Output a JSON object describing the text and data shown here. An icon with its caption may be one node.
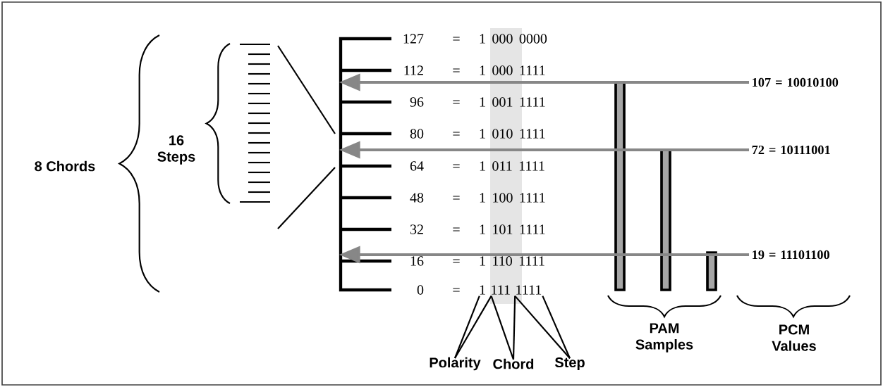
{
  "diagram": {
    "nodes": [
      {
        "text": [
          "107 = 10010100"
        ]
      },
      {
        "text": [
          "72 = 10111001"
        ]
      },
      {
        "text": [
          "19 = 11101100"
        ]
      },
      {
        "text": [
          "Polarity"
        ]
      },
      {
        "text": [
          "Chord"
        ]
      },
      {
        "text": [
          "Step"
        ]
      },
      {
        "text": [
          "1 111 1111"
        ]
      },
      {
        "text": [],
        "shape": "picture"
      }
    ],
    "edges": [
      {
        "from": 0,
        "to": 7,
        "arrow": "to",
        "color": "#878787"
      },
      {
        "from": 1,
        "to": 7,
        "arrow": "to",
        "color": "#878787"
      },
      {
        "from": 2,
        "to": 7,
        "arrow": "to",
        "color": "#878787"
      },
      {
        "from": 3,
        "to": 6,
        "arrow": "none"
      },
      {
        "from": 3,
        "to": 6,
        "arrow": "none"
      },
      {
        "from": 4,
        "to": 6,
        "arrow": "none"
      },
      {
        "from": 4,
        "to": 6,
        "arrow": "none"
      },
      {
        "from": 5,
        "to": 6,
        "arrow": "none"
      },
      {
        "from": 5,
        "to": 6,
        "arrow": "none"
      }
    ],
    "labels": [
      "8 Chords",
      "16 Steps",
      "127",
      "=",
      "1 000 0000",
      "112",
      "=",
      "1 000 1111",
      "96",
      "=",
      "1 001 1111",
      "80",
      "=",
      "1 010 1111",
      "64",
      "=",
      "1 011 1111",
      "48",
      "=",
      "1 100 1111",
      "32",
      "=",
      "1 101 1111",
      "16",
      "=",
      "1 110 1111",
      "0",
      "=",
      "PAM Samples",
      "PCM Values"
    ]
  }
}
